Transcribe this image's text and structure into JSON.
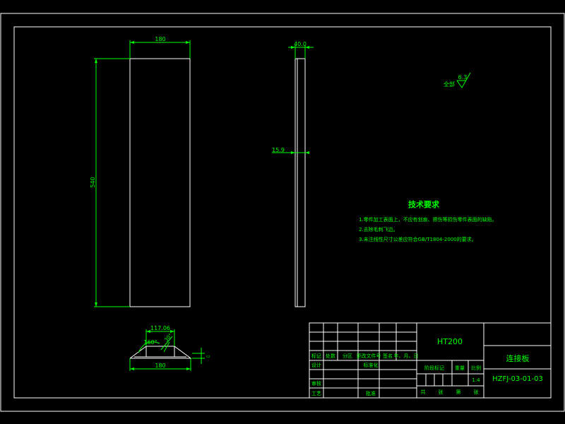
{
  "colors": {
    "background": "#000000",
    "outline": "#ffffff",
    "dimension": "#00ff00",
    "text": "#00ff00"
  },
  "dimensions": {
    "front_width": "180",
    "front_height": "540",
    "side_thickness": "40.0",
    "side_mid": "15.9",
    "bottom_top": "117.06",
    "bottom_width": "180",
    "bottom_angle": "160°",
    "bottom_chamfer": "30°"
  },
  "roughness": {
    "value": "6.3",
    "label": "全部"
  },
  "tech": {
    "title": "技术要求",
    "items": [
      "1.零件加工表面上，不应有划痕、擦伤等损伤零件表面的缺陷。",
      "2.去除毛刺飞边。",
      "3.未注线性尺寸公差应符合GB/T1804-2000的要求。"
    ]
  },
  "title_block": {
    "material": "HT200",
    "part_name": "连接板",
    "drawing_no": "HZFJ-03-01-03",
    "scale_value": "1:4",
    "stage_mark": "阶段标记",
    "weight": "重量",
    "scale_label": "比例",
    "sheet_cells": [
      "共",
      "张",
      "第",
      "张"
    ],
    "rev_headers": [
      "标记",
      "处数",
      "分区",
      "更改文件号",
      "签名",
      "年、月、日"
    ],
    "design": "设计",
    "standardize": "标准化",
    "review": "审核",
    "process": "工艺",
    "approve": "批准"
  }
}
